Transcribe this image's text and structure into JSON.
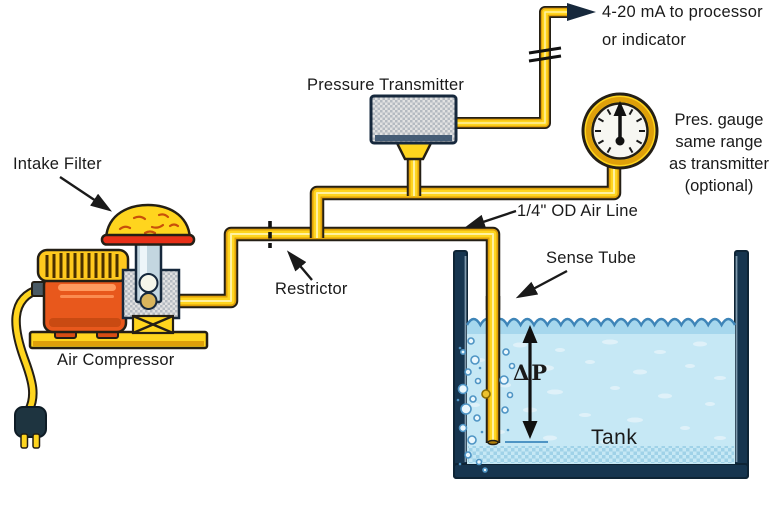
{
  "diagram": {
    "labels": {
      "signal": {
        "line1": "4-20 mA to processor",
        "line2": "or indicator"
      },
      "pressure_transmitter": "Pressure Transmitter",
      "gauge_note": {
        "line1": "Pres. gauge",
        "line2": "same range",
        "line3": "as transmitter",
        "line4": "(optional)"
      },
      "intake_filter": "Intake Filter",
      "air_compressor": "Air Compressor",
      "restrictor": "Restrictor",
      "air_line": "1/4\" OD Air Line",
      "sense_tube": "Sense Tube",
      "delta_p": "ΔP",
      "tank": "Tank"
    },
    "colors": {
      "background": "#FFFFFF",
      "pipe_yellow": "#FFD51E",
      "pipe_gold": "#DFA00A",
      "pipe_outline": "#241F15",
      "compressor_orange": "#E8581C",
      "compressor_cap_yellow": "#FFC91E",
      "filter_rim_red": "#E83018",
      "metal_checker_gray": "#C9CED3",
      "tank_wall_navy": "#16354F",
      "water_blue": "#C6E8F5",
      "wave_blue": "#3E85B8",
      "signal_arrow_dark": "#16283C",
      "label_text": "#1A1A1A"
    }
  }
}
